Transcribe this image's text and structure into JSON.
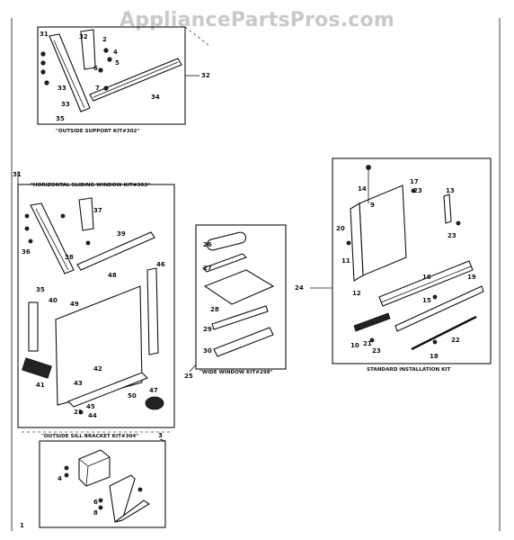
{
  "watermark": "AppliancePartsPros.com",
  "kits": {
    "outside_support": {
      "callout": "32",
      "caption": "\"OUTSIDE SUPPORT KIT#302\""
    },
    "horizontal_sliding": {
      "callout": "31",
      "caption": "\"HORIZONTAL SLIDING WINDOW KIT#303\""
    },
    "wide_window": {
      "callout": "25",
      "caption": "\"WIDE WINDOW KIT#298\""
    },
    "standard_installation": {
      "callout": "24",
      "caption": "STANDARD INSTALLATION KIT"
    },
    "outside_sill_bracket": {
      "callout": "3",
      "caption": "\"OUTSIDE SILL BRACKET KIT#304\""
    }
  },
  "part_numbers": {
    "support": [
      "31",
      "32",
      "33",
      "33",
      "34",
      "35",
      "2",
      "4",
      "5",
      "6",
      "7"
    ],
    "sliding": [
      "36",
      "37",
      "38",
      "39",
      "40",
      "41",
      "42",
      "43",
      "44",
      "45",
      "46",
      "47",
      "48",
      "49",
      "50",
      "21",
      "35"
    ],
    "wide": [
      "26",
      "27",
      "28",
      "29",
      "30"
    ],
    "standard": [
      "9",
      "10",
      "11",
      "12",
      "13",
      "14",
      "15",
      "16",
      "17",
      "18",
      "19",
      "20",
      "21",
      "22",
      "23",
      "23",
      "23"
    ],
    "sill": [
      "1",
      "4",
      "6",
      "8"
    ]
  }
}
